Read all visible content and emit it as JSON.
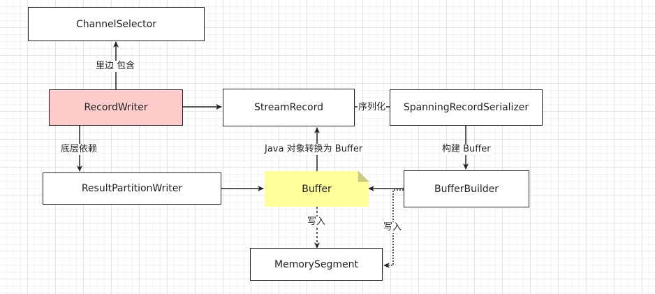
{
  "nodes": {
    "channel_selector": "ChannelSelector",
    "record_writer": "RecordWriter",
    "stream_record": "StreamRecord",
    "spanning_serializer": "SpanningRecordSerializer",
    "result_partition_writer": "ResultPartitionWriter",
    "buffer": "Buffer",
    "buffer_builder": "BufferBuilder",
    "memory_segment": "MemorySegment"
  },
  "edges": {
    "contains": "里边 包含",
    "serialize": "序列化",
    "depends": "底层依赖",
    "java_convert": "Java 对象转换为 Buffer",
    "build": "构建 Buffer",
    "write_buffer": "写入",
    "write_builder": "写入"
  },
  "colors": {
    "record_writer_fill": "#ffcccc",
    "buffer_fill": "#ffff99",
    "line": "#222222"
  }
}
